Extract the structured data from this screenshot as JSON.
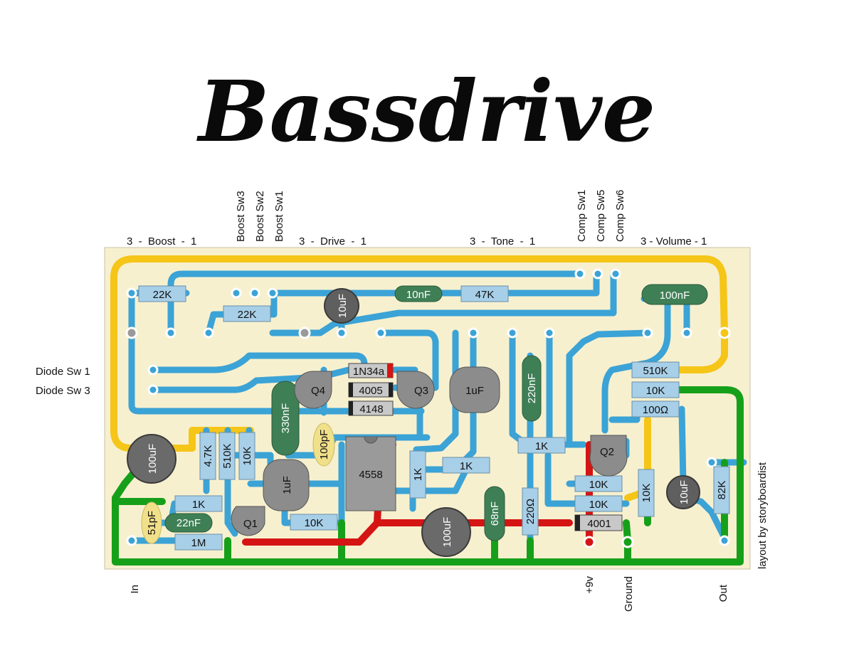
{
  "title": "Bassdrive",
  "credit": "layout by storyboardist",
  "colors": {
    "board": "#f7f0cf",
    "trace_blue": "#3ba3d6",
    "trace_yellow": "#f5c518",
    "trace_green": "#16a01a",
    "trace_red": "#d51414",
    "resistor": "#a8cfe8",
    "film_cap": "#3f7f55",
    "electrolytic": "#7a7a7a",
    "ceramic": "#f1e08a"
  },
  "pot_labels": {
    "boost": "3  -  Boost  -  1",
    "drive": "3  -  Drive  -  1",
    "tone": "3  -  Tone  -  1",
    "volume": "3 - Volume - 1"
  },
  "switch_labels": {
    "boost_sw3": "Boost Sw3",
    "boost_sw2": "Boost Sw2",
    "boost_sw1": "Boost Sw1",
    "comp_sw1": "Comp Sw1",
    "comp_sw5": "Comp Sw5",
    "comp_sw6": "Comp Sw6"
  },
  "side_labels": {
    "diode_sw1": "Diode Sw 1",
    "diode_sw3": "Diode Sw 3"
  },
  "bottom_labels": {
    "in": "In",
    "v9": "+9v",
    "ground": "Ground",
    "out": "Out"
  },
  "components": {
    "r_22k_a": "22K",
    "r_22k_b": "22K",
    "cap_10uf_top": "10uF",
    "cap_10nf": "10nF",
    "r_47k": "47K",
    "cap_100nf": "100nF",
    "d_1n34a": "1N34a",
    "d_4005": "4005",
    "d_4148": "4148",
    "q4": "Q4",
    "q3": "Q3",
    "cap_1uf_mid": "1uF",
    "cap_220nf": "220nF",
    "r_510k_right": "510K",
    "r_10k_right": "10K",
    "r_100ohm": "100Ω",
    "cap_330nf": "330nF",
    "cap_100pf": "100pF",
    "cap_100uf_left": "100uF",
    "r_4_7k": "4.7K",
    "r_510k_left": "510K",
    "r_10k_left": "10K",
    "ic_4558": "4558",
    "r_1k_vert": "1K",
    "r_1k_horiz": "1K",
    "r_1k_tone": "1K",
    "q2": "Q2",
    "cap_1uf_low": "1uF",
    "r_10k_c1": "10K",
    "r_10k_c2": "10K",
    "r_10k_vert": "10K",
    "cap_10uf_right": "10uF",
    "r_82k": "82K",
    "cap_51pf": "51pF",
    "r_1k_low": "1K",
    "cap_22nf": "22nF",
    "q1": "Q1",
    "r_10k_low": "10K",
    "r_1m": "1M",
    "cap_100uf_bottom": "100uF",
    "cap_68nf": "68nF",
    "r_220ohm": "220Ω",
    "d_4001": "4001"
  }
}
